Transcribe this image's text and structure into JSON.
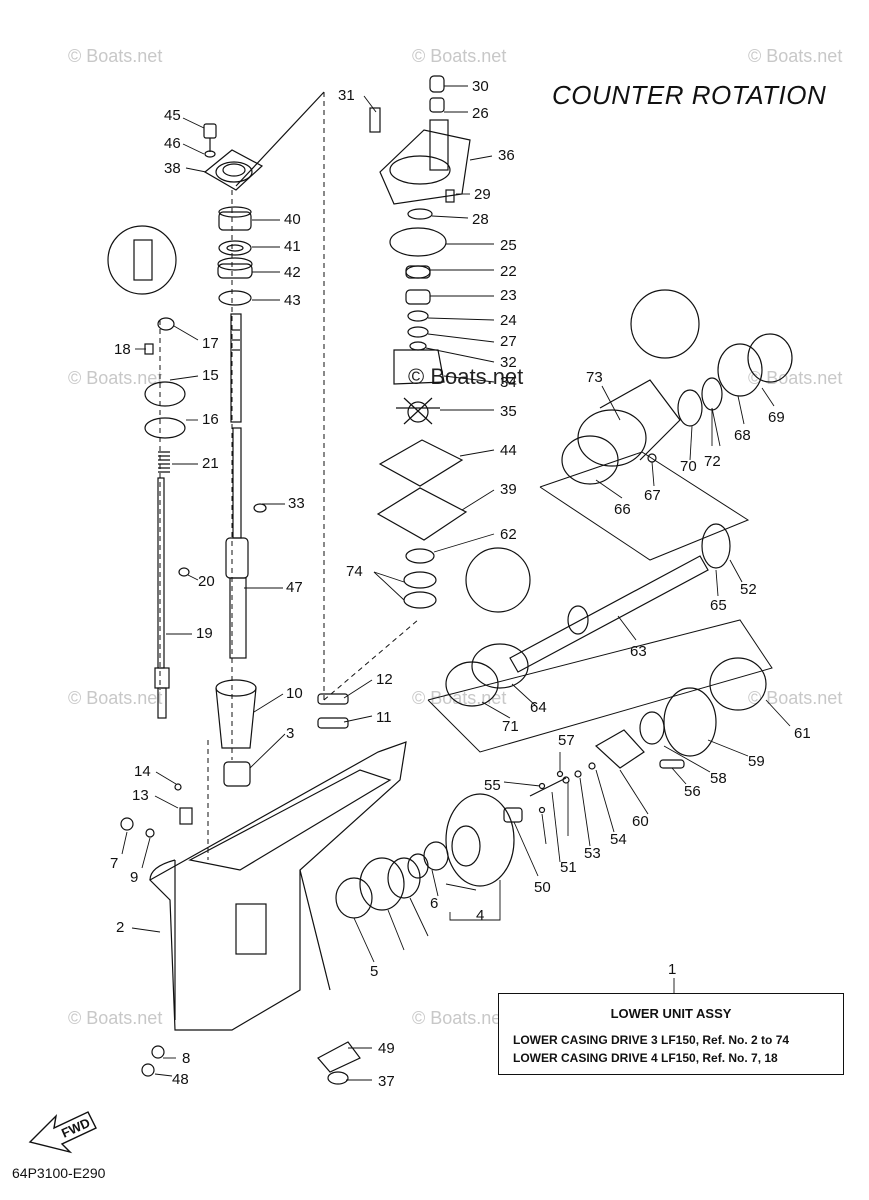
{
  "title": "COUNTER ROTATION",
  "watermark": "© Boats.net",
  "doc_code": "64P3100-E290",
  "fwd_label": "FWD",
  "assembly": {
    "ref": "1",
    "title": "LOWER UNIT ASSY",
    "line1": "LOWER CASING DRIVE 3 LF150,  Ref. No. 2 to 74",
    "line2": "LOWER CASING DRIVE 4 LF150,  Ref. No. 7, 18"
  },
  "callouts": [
    "45",
    "46",
    "38",
    "40",
    "41",
    "42",
    "43",
    "17",
    "18",
    "15",
    "16",
    "21",
    "33",
    "20",
    "47",
    "19",
    "10",
    "3",
    "12",
    "11",
    "14",
    "13",
    "7",
    "9",
    "2",
    "8",
    "48",
    "49",
    "37",
    "31",
    "30",
    "26",
    "36",
    "29",
    "28",
    "25",
    "22",
    "23",
    "24",
    "27",
    "32",
    "34",
    "35",
    "44",
    "39",
    "62",
    "74",
    "73",
    "69",
    "68",
    "72",
    "70",
    "67",
    "66",
    "52",
    "65",
    "63",
    "71",
    "64",
    "61",
    "59",
    "58",
    "56",
    "57",
    "55",
    "60",
    "54",
    "53",
    "51",
    "50",
    "6",
    "4",
    "5"
  ]
}
